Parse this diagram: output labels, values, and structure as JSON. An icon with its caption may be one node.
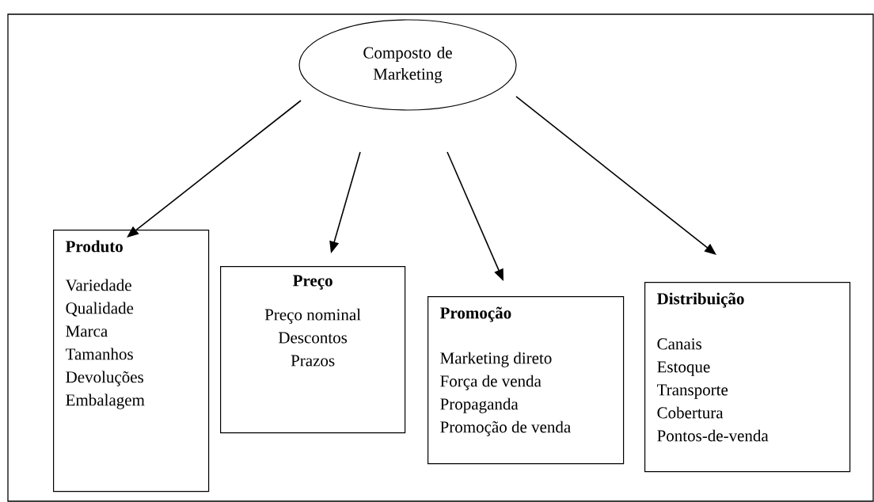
{
  "diagram": {
    "nodes": [
      {
        "text": [
          "Composto de Marketing"
        ]
      },
      {
        "text": [
          "Produto",
          "Variedade",
          "Qualidade",
          "Marca",
          "Tamanhos",
          "Devoluções",
          "Embalagem"
        ]
      },
      {
        "text": [
          "Preço",
          "Preço nominal",
          "Descontos",
          "Prazos"
        ]
      },
      {
        "text": [
          "Promoção",
          "Marketing direto",
          "Força de venda",
          "Propaganda",
          "Promoção de venda"
        ]
      },
      {
        "text": [
          "Distribuição",
          "Canais",
          "Estoque",
          "Transporte",
          "Cobertura",
          "Pontos-de-venda"
        ]
      }
    ],
    "edges": [
      {
        "from": 0,
        "to": 1,
        "arrow": "to"
      },
      {
        "from": 0,
        "to": 2,
        "arrow": "to"
      },
      {
        "from": 0,
        "to": 3,
        "arrow": "to"
      },
      {
        "from": 0,
        "to": 4,
        "arrow": "to"
      }
    ]
  }
}
